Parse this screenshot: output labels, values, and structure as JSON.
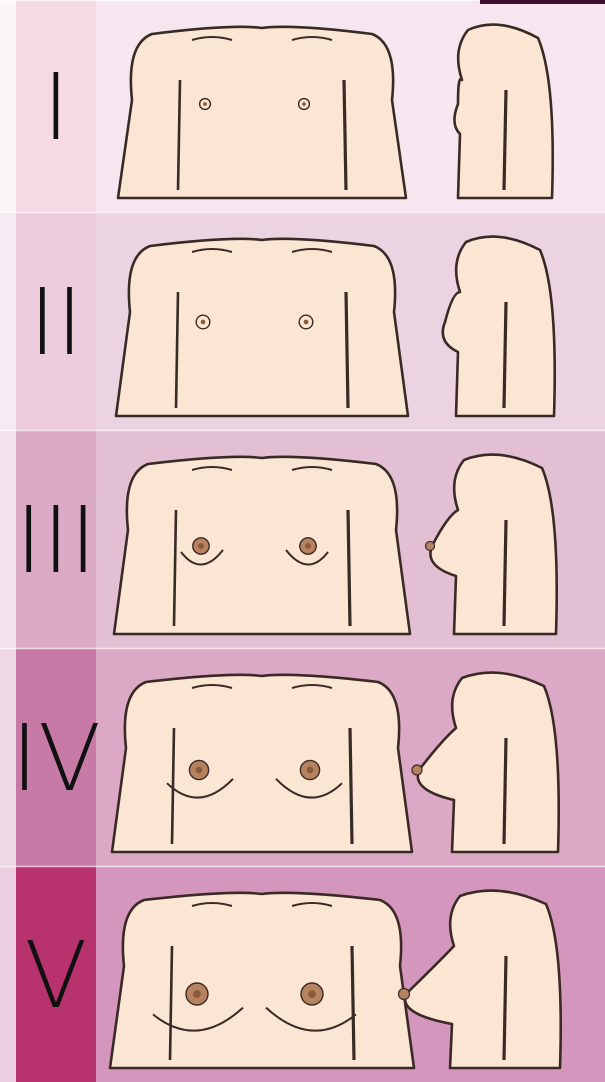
{
  "stages": [
    {
      "label": "I",
      "development": 1,
      "band_color": "#f6e6ef",
      "side_color": "#f5dae6"
    },
    {
      "label": "II",
      "development": 2,
      "band_color": "#ecd3e2",
      "side_color": "#eccbdc"
    },
    {
      "label": "III",
      "development": 3,
      "band_color": "#e2bfd3",
      "side_color": "#dbabc6"
    },
    {
      "label": "IV",
      "development": 4,
      "band_color": "#dba9c6",
      "side_color": "#c77aa5"
    },
    {
      "label": "V",
      "development": 5,
      "band_color": "#d596bd",
      "side_color": "#b8326e"
    }
  ],
  "colors": {
    "skin": "#fbe6d4",
    "outline": "#3a2a26",
    "areola": "#b7825f",
    "nipple": "#8a5a3d",
    "label": "#111111",
    "corner_tab": "#3c0f2f"
  }
}
